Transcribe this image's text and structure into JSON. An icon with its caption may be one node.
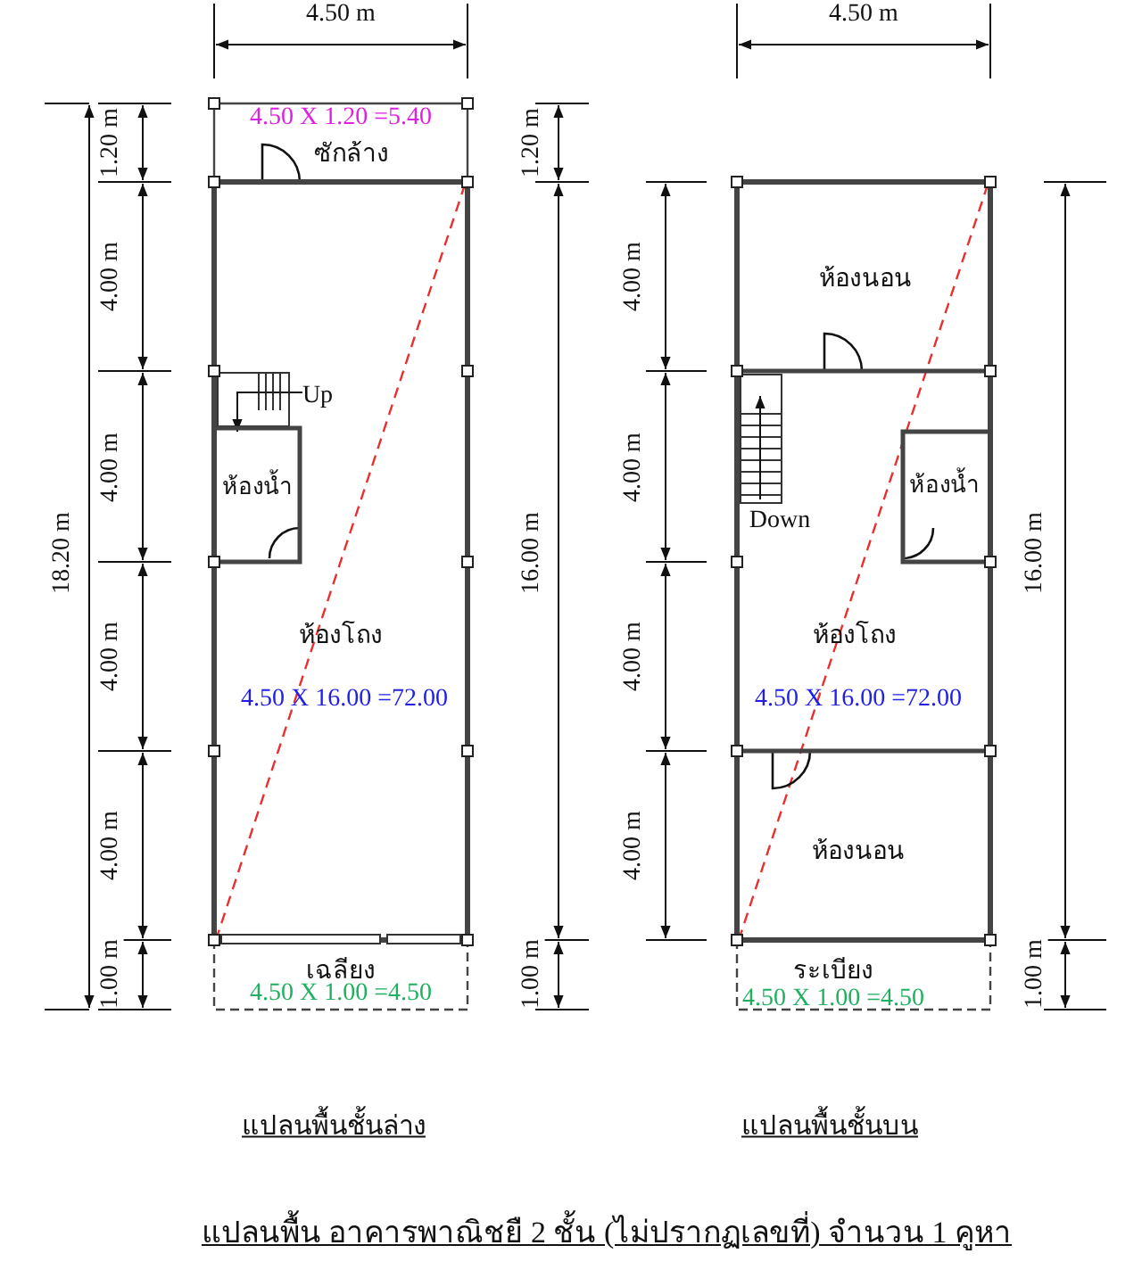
{
  "diagram": {
    "title": "แปลนพื้น อาคารพาณิชยื 2 ชั้น (ไม่ปรากฏเลขที่) จำนวน 1 คูหา",
    "nodes": [
      {
        "text": [
          "4.50 X 1.20 =5.40",
          "ซักล้าง"
        ]
      },
      {
        "text": [
          "ห้องโถง",
          "4.50 X 16.00 =72.00"
        ]
      },
      {
        "text": [
          "ห้องน้ำ"
        ],
        "in": 1
      },
      {
        "text": [
          "เฉลียง",
          "4.50 X 1.00 =4.50"
        ]
      },
      {
        "text": [
          "ห้องนอน"
        ]
      },
      {
        "text": [
          "ห้องโถง",
          "4.50 X 16.00 =72.00"
        ]
      },
      {
        "text": [
          "ห้องน้ำ"
        ],
        "in": 5
      },
      {
        "text": [
          "ห้องนอน"
        ]
      },
      {
        "text": [
          "ระเบียง",
          "4.50 X 1.00 =4.50"
        ]
      }
    ],
    "edges": [],
    "labels": [
      "4.50 m",
      "4.50 m",
      "1.20 m",
      "1.20 m",
      "4.00 m",
      "4.00 m",
      "Up",
      "4.00 m",
      "4.00 m",
      "18.20 m",
      "16.00 m",
      "16.00 m",
      "Down",
      "4.00 m",
      "4.00 m",
      "4.00 m",
      "4.00 m",
      "1.00 m",
      "1.00 m",
      "1.00 m",
      "แปลนพื้นชั้นล่าง",
      "แปลนพื้นชั้นบน"
    ]
  }
}
